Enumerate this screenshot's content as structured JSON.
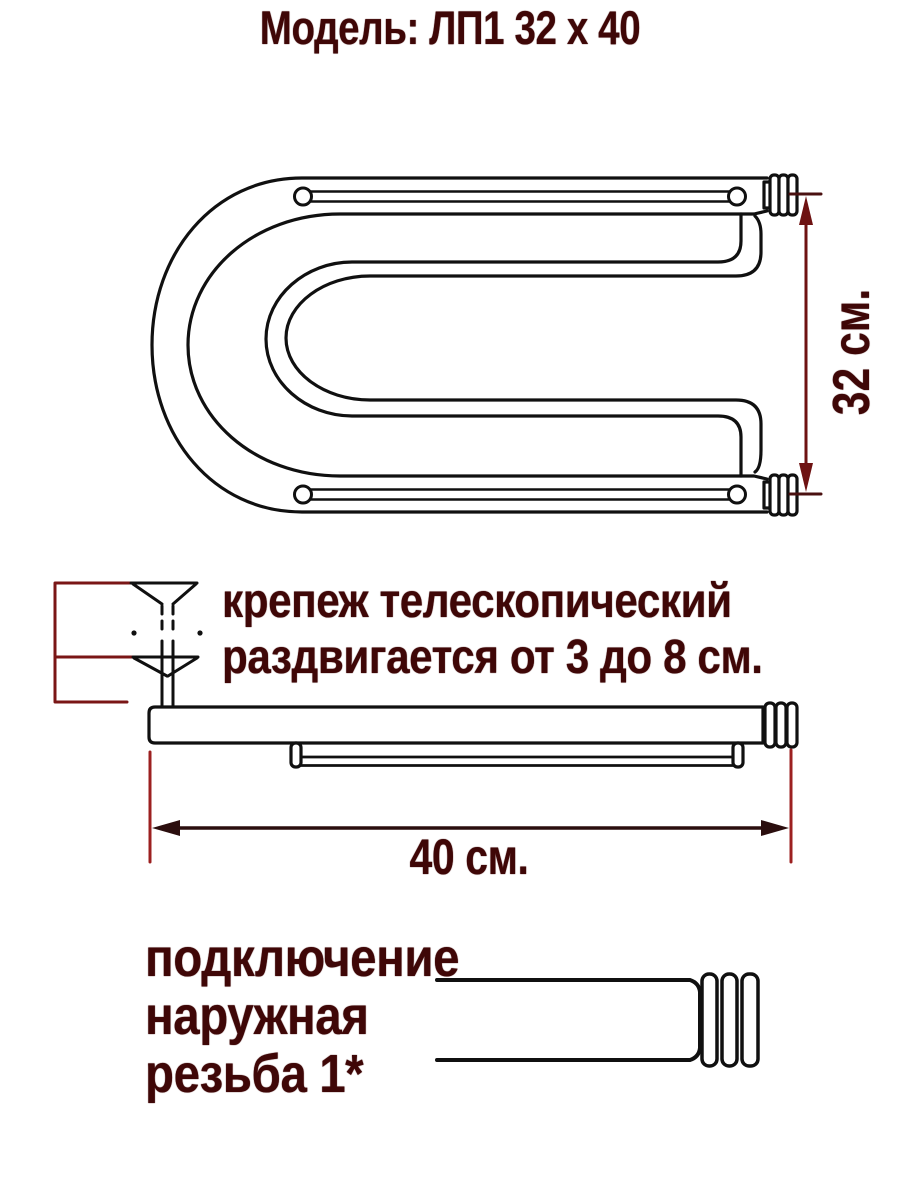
{
  "model": {
    "title": "Модель: ЛП1 32 х 40",
    "name": "ЛП1",
    "height_cm": 32,
    "width_cm": 40
  },
  "top_view": {
    "height_dimension_label": "32 см."
  },
  "mount_note": {
    "line1": "крепеж телескопический",
    "line2": "раздвигается от 3 до 8 см."
  },
  "side_view": {
    "width_dimension_label": "40 см."
  },
  "connection_note": {
    "line1": "подключение",
    "line2": "наружная",
    "line3": "резьба 1*"
  },
  "colors": {
    "text_maroon": "#3f0707",
    "drawing_line": "#101010",
    "bracket_red": "#7a1616",
    "dimension_red": "#6e1212",
    "extension_red": "#9c2020",
    "arrow_dark": "#2b0e0e",
    "background": "#ffffff"
  }
}
